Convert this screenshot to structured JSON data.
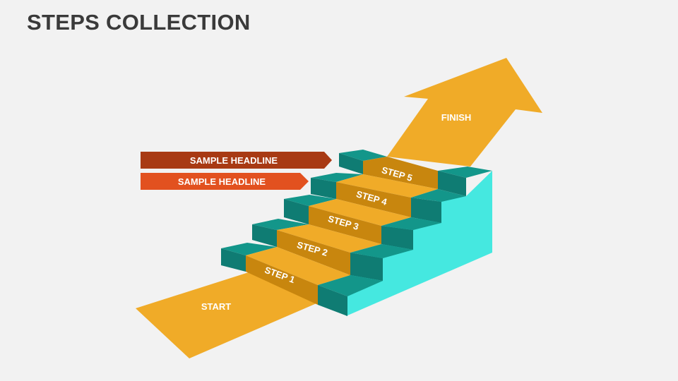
{
  "title": "STEPS COLLECTION",
  "start_label": "START",
  "finish_label": "FINISH",
  "steps": [
    "STEP 1",
    "STEP 2",
    "STEP 3",
    "STEP 4",
    "STEP 5"
  ],
  "headlines": [
    "SAMPLE HEADLINE",
    "SAMPLE HEADLINE"
  ],
  "colors": {
    "background": "#f2f2f2",
    "title": "#3a3a3a",
    "arrow": "#f0ab28",
    "step_label_band": "#c8860e",
    "stair_top": "#13968a",
    "stair_front": "#0f7c73",
    "stair_side": "#45e8e0",
    "headline_1": "#a83a14",
    "headline_2": "#e2511f"
  }
}
